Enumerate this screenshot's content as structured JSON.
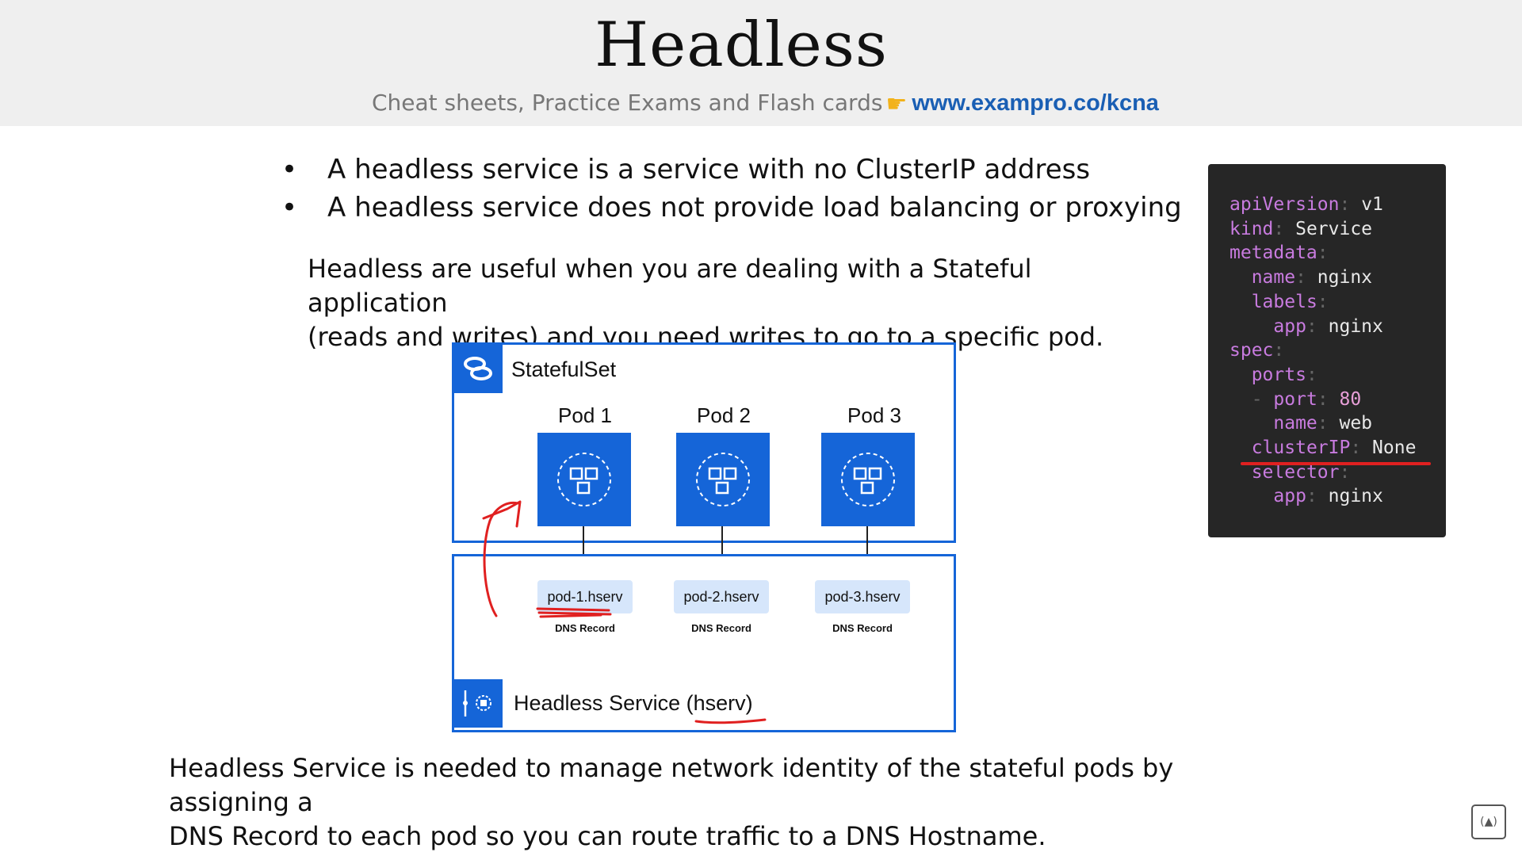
{
  "header": {
    "title": "Headless",
    "subtitle": "Cheat sheets, Practice Exams and Flash cards",
    "link": "www.exampro.co/kcna"
  },
  "bullets": [
    "A headless service is a service with no ClusterIP address",
    "A headless service does not provide load balancing or proxying"
  ],
  "paragraphs": {
    "stateful_line1": "Headless are useful when you are dealing with a Stateful application",
    "stateful_line2": "(reads and writes) and you need writes to go to a specific pod.",
    "bottom_line1": "Headless Service is needed to manage network identity of the stateful pods by assigning a",
    "bottom_line2": "DNS Record to each pod so you can route traffic to a DNS Hostname."
  },
  "code": [
    {
      "key": "apiVersion",
      "value": "v1"
    },
    {
      "key": "kind",
      "value": "Service"
    },
    {
      "key": "metadata",
      "value": ""
    },
    {
      "key": "name",
      "value": "nginx"
    },
    {
      "key": "labels",
      "value": ""
    },
    {
      "key": "app",
      "value": "nginx"
    },
    {
      "key": "spec",
      "value": ""
    },
    {
      "key": "ports",
      "value": ""
    },
    {
      "key": "port",
      "value": "80",
      "dash": "-"
    },
    {
      "key": "name",
      "value": "web"
    },
    {
      "key": "clusterIP",
      "value": "None"
    },
    {
      "key": "selector",
      "value": ""
    },
    {
      "key": "app",
      "value": "nginx"
    }
  ],
  "diagram": {
    "statefulset_label": "StatefulSet",
    "service_label": "Headless Service (hserv)",
    "pods": [
      {
        "title": "Pod 1",
        "dns": "pod-1.hserv",
        "caption": "DNS Record"
      },
      {
        "title": "Pod 2",
        "dns": "pod-2.hserv",
        "caption": "DNS Record"
      },
      {
        "title": "Pod 3",
        "dns": "pod-3.hserv",
        "caption": "DNS Record"
      }
    ]
  },
  "colors": {
    "accent": "#1565d8",
    "annotation": "#e02020",
    "code_bg": "#262626",
    "link": "#1a5fb4"
  }
}
